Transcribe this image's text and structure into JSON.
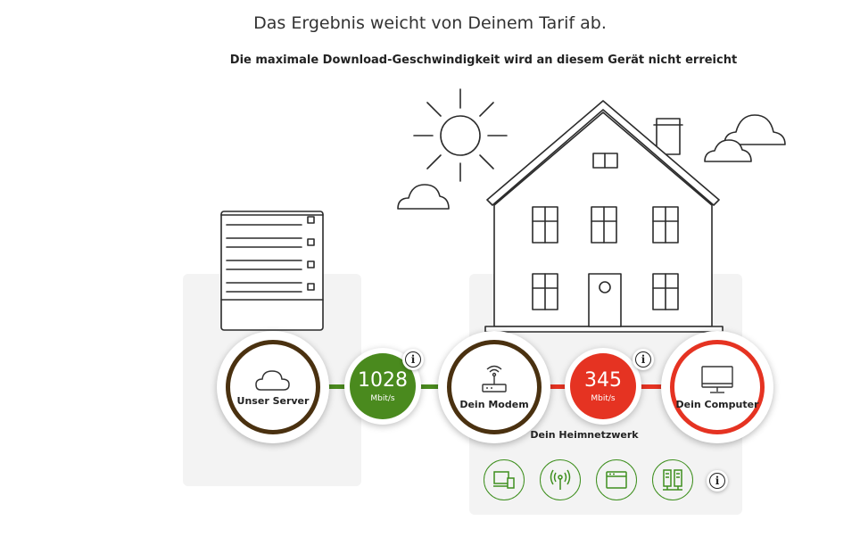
{
  "header": {
    "headline": "Das Ergebnis weicht von Deinem Tarif ab.",
    "subheadline": "Die maximale Download-Geschwindigkeit wird an diesem Gerät nicht erreicht"
  },
  "nodes": {
    "server": {
      "label": "Unser Server",
      "icon": "cloud-icon"
    },
    "modem": {
      "label": "Dein Modem",
      "icon": "router-icon"
    },
    "computer": {
      "label": "Dein Computer",
      "icon": "monitor-icon"
    }
  },
  "speeds": {
    "server_to_modem": {
      "value": "1028",
      "unit": "Mbit/s",
      "color": "#4a8a1e"
    },
    "modem_to_computer": {
      "value": "345",
      "unit": "Mbit/s",
      "color": "#e53322"
    }
  },
  "home_network": {
    "label": "Dein Heimnetzwerk",
    "devices": [
      "laptop-icon",
      "wifi-tower-icon",
      "browser-window-icon",
      "server-rack-icon"
    ]
  },
  "colors": {
    "ok": "#4a8a1e",
    "warn": "#e53322",
    "ring_dark": "#4a3110",
    "panel": "#f3f3f3"
  }
}
